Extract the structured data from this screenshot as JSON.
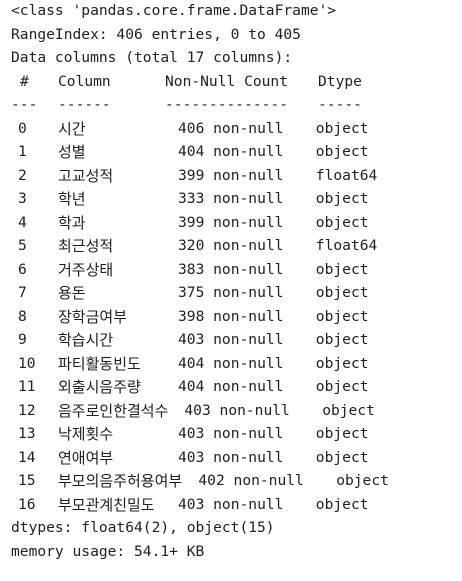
{
  "header": {
    "class_line": "<class 'pandas.core.frame.DataFrame'>",
    "range_index": "RangeIndex: 406 entries, 0 to 405",
    "data_columns": "Data columns (total 17 columns):"
  },
  "table": {
    "headers": [
      "#",
      "Column",
      "Non-Null Count",
      "Dtype"
    ],
    "separators": [
      "---",
      "------",
      "--------------",
      "-----"
    ],
    "rows": [
      {
        "idx": "0",
        "name": "시간",
        "count": "406 non-null",
        "dtype": "object"
      },
      {
        "idx": "1",
        "name": "성별",
        "count": "404 non-null",
        "dtype": "object"
      },
      {
        "idx": "2",
        "name": "고교성적",
        "count": "399 non-null",
        "dtype": "float64"
      },
      {
        "idx": "3",
        "name": "학년",
        "count": "333 non-null",
        "dtype": "object"
      },
      {
        "idx": "4",
        "name": "학과",
        "count": "399 non-null",
        "dtype": "object"
      },
      {
        "idx": "5",
        "name": "최근성적",
        "count": "320 non-null",
        "dtype": "float64"
      },
      {
        "idx": "6",
        "name": "거주상태",
        "count": "383 non-null",
        "dtype": "object"
      },
      {
        "idx": "7",
        "name": "용돈",
        "count": "375 non-null",
        "dtype": "object"
      },
      {
        "idx": "8",
        "name": "장학금여부",
        "count": "398 non-null",
        "dtype": "object"
      },
      {
        "idx": "9",
        "name": "학습시간",
        "count": "403 non-null",
        "dtype": "object"
      },
      {
        "idx": "10",
        "name": "파티활동빈도",
        "count": "404 non-null",
        "dtype": "object"
      },
      {
        "idx": "11",
        "name": "외출시음주량",
        "count": "404 non-null",
        "dtype": "object"
      },
      {
        "idx": "12",
        "name": "음주로인한결석수",
        "count": "403 non-null",
        "dtype": "object"
      },
      {
        "idx": "13",
        "name": "낙제횟수",
        "count": "403 non-null",
        "dtype": "object"
      },
      {
        "idx": "14",
        "name": "연애여부",
        "count": "403 non-null",
        "dtype": "object"
      },
      {
        "idx": "15",
        "name": "부모의음주허용여부",
        "count": "402 non-null",
        "dtype": "object"
      },
      {
        "idx": "16",
        "name": "부모관계친밀도",
        "count": "403 non-null",
        "dtype": "object"
      }
    ]
  },
  "footer": {
    "dtypes": "dtypes: float64(2), object(15)",
    "memory": "memory usage: 54.1+ KB"
  }
}
